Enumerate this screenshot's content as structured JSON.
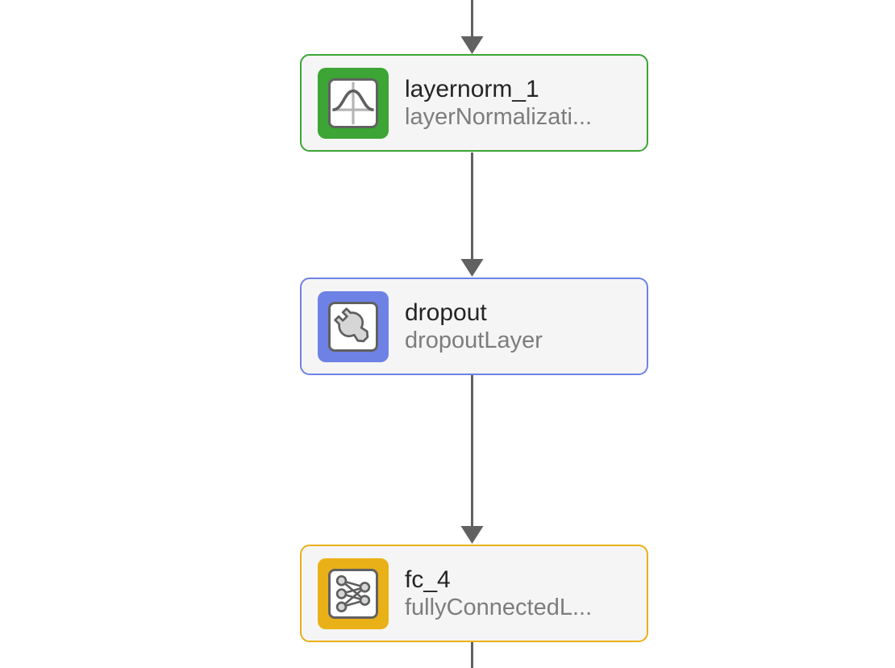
{
  "canvas": {
    "background": "#ffffff",
    "node_background": "#f5f5f5",
    "connector_color": "#616161",
    "title_color": "#242424",
    "subtitle_color": "#7d7d7d"
  },
  "nodes": [
    {
      "title": "layernorm_1",
      "subtitle": "layerNormalizati...",
      "accent": "#3CA535",
      "icon": "gaussian-curve-icon"
    },
    {
      "title": "dropout",
      "subtitle": "dropoutLayer",
      "accent": "#6E82E6",
      "icon": "wrench-icon"
    },
    {
      "title": "fc_4",
      "subtitle": "fullyConnectedL...",
      "accent": "#EAB017",
      "icon": "fully-connected-icon"
    }
  ]
}
